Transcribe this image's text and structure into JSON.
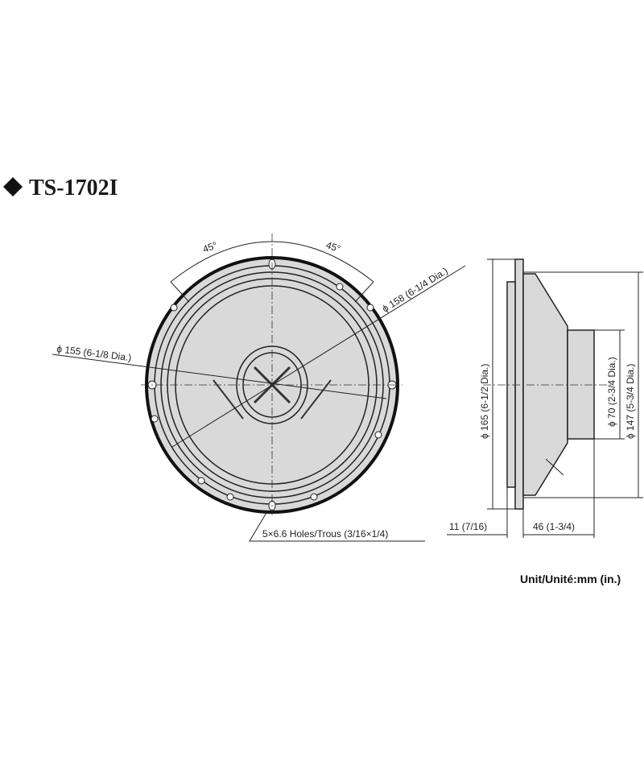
{
  "title": "TS-1702I",
  "title_icon": "diamond-bullet-icon",
  "front_view": {
    "angle_left": "45°",
    "angle_right": "45°",
    "dia_158": "ϕ 158 (6-1/4 Dia.)",
    "dia_155": "ϕ 155 (6-1/8 Dia.)",
    "holes": "5×6.6 Holes/Trous (3/16×1/4)"
  },
  "side_view": {
    "dia_165": "ϕ 165 (6-1/2 Dia.)",
    "dia_70": "ϕ 70 (2-3/4 Dia.)",
    "dia_147": "ϕ 147 (5-3/4 Dia.)",
    "depth_flange": "11 (7/16)",
    "depth_mount": "46 (1-3/4)"
  },
  "unit_label": "Unit/Unité:mm (in.)"
}
